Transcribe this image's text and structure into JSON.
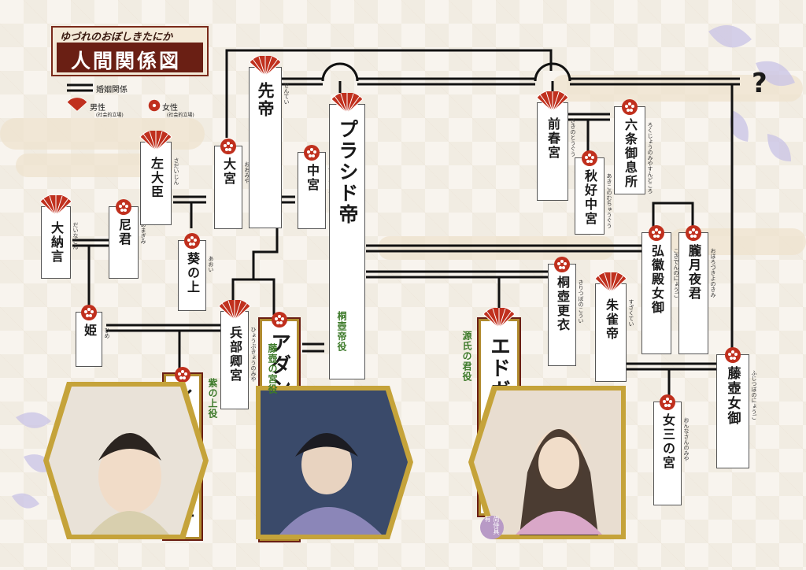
{
  "title": {
    "sub": "ゆづれのおぼしきたにか",
    "main": "人間関係図"
  },
  "legend": {
    "marriage": "婚姻関係",
    "male": "男性",
    "male_note": "(社会的立場)",
    "female": "女性",
    "female_note": "(社会的立場)"
  },
  "question_mark": "?",
  "people": [
    {
      "id": "dainagon",
      "name": "大納言",
      "ruby": "だいなごん"
    },
    {
      "id": "amagimi",
      "name": "尼君",
      "ruby": "あまぎみ"
    },
    {
      "id": "sadaijin",
      "name": "左大臣",
      "ruby": "さだいじん"
    },
    {
      "id": "aoi",
      "name": "葵の上",
      "ruby": "あおい"
    },
    {
      "id": "omiya",
      "name": "大宮",
      "ruby": "おおみや"
    },
    {
      "id": "sentei",
      "name": "先帝",
      "ruby": "せんてい"
    },
    {
      "id": "chugu",
      "name": "中宮",
      "ruby": "ちゅうぐう"
    },
    {
      "id": "placid",
      "name": "プラシド帝",
      "ruby": ""
    },
    {
      "id": "toguu",
      "name": "前春宮",
      "ruby": "さきのとうぐう"
    },
    {
      "id": "rokujo",
      "name": "六条御息所",
      "ruby": "ろくじょうのみやすんどころ"
    },
    {
      "id": "akikonomu",
      "name": "秋好中宮",
      "ruby": "あきこのむちゅうぐう"
    },
    {
      "id": "kokiden",
      "name": "弘徽殿女御",
      "ruby": "こきでんのにょうご"
    },
    {
      "id": "oborozukiyo",
      "name": "朧月夜君",
      "ruby": "おぼろづきよのきみ"
    },
    {
      "id": "kiritsubo",
      "name": "桐壺更衣",
      "ruby": "きりつぼのこうい"
    },
    {
      "id": "suzaku",
      "name": "朱雀帝",
      "ruby": "すざくてい"
    },
    {
      "id": "fujitsubo",
      "name": "藤壺女御",
      "ruby": "ふじつぼのにょうご"
    },
    {
      "id": "onnasan",
      "name": "女三の宮",
      "ruby": "おんなさんのみや"
    },
    {
      "id": "hime",
      "name": "姫",
      "ruby": "ひめ"
    },
    {
      "id": "hyobu",
      "name": "兵部卿宮",
      "ruby": "ひょうぶきょうのみや"
    },
    {
      "id": "isan",
      "name": "イーサンの上",
      "ruby": ""
    },
    {
      "id": "adan",
      "name": "アダンの宮",
      "ruby": ""
    },
    {
      "id": "edgard",
      "name": "エドガルドの君",
      "ruby": ""
    }
  ],
  "roles": {
    "placid": "桐壺帝役",
    "isan": "紫の上役",
    "adan": "藤壺の宮役",
    "edgard": "源氏の君役"
  },
  "stamp": "尚侍具有"
}
